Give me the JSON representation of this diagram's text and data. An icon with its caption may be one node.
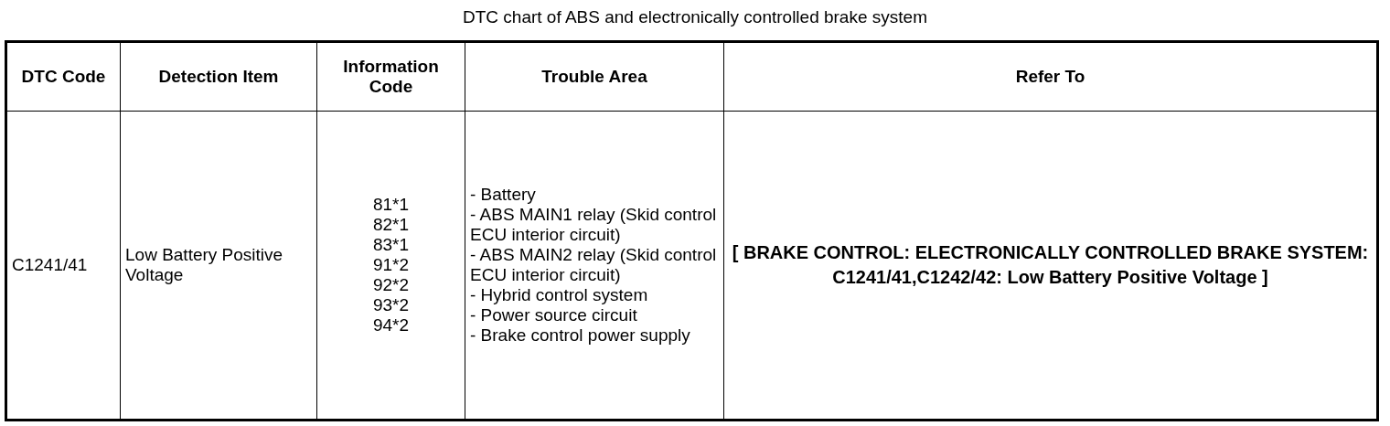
{
  "diagram": {
    "title": "DTC chart of ABS and electronically controlled brake system",
    "labels": [
      "DTC Code",
      "Detection Item",
      "Information Code",
      "Trouble Area",
      "Refer To",
      "C1241/41",
      "Low Battery Positive Voltage",
      "81*1",
      "82*1",
      "83*1",
      "91*2",
      "92*2",
      "93*2",
      "94*2",
      "- Battery",
      "- ABS MAIN1 relay (Skid control ECU interior circuit)",
      "- ABS MAIN2 relay (Skid control ECU interior circuit)",
      "- Hybrid control system",
      "- Power source circuit",
      "- Brake control power supply",
      "[ BRAKE CONTROL: ELECTRONICALLY CONTROLLED BRAKE SYSTEM: C1241/41,C1242/42: Low Battery Positive Voltage ]"
    ]
  }
}
